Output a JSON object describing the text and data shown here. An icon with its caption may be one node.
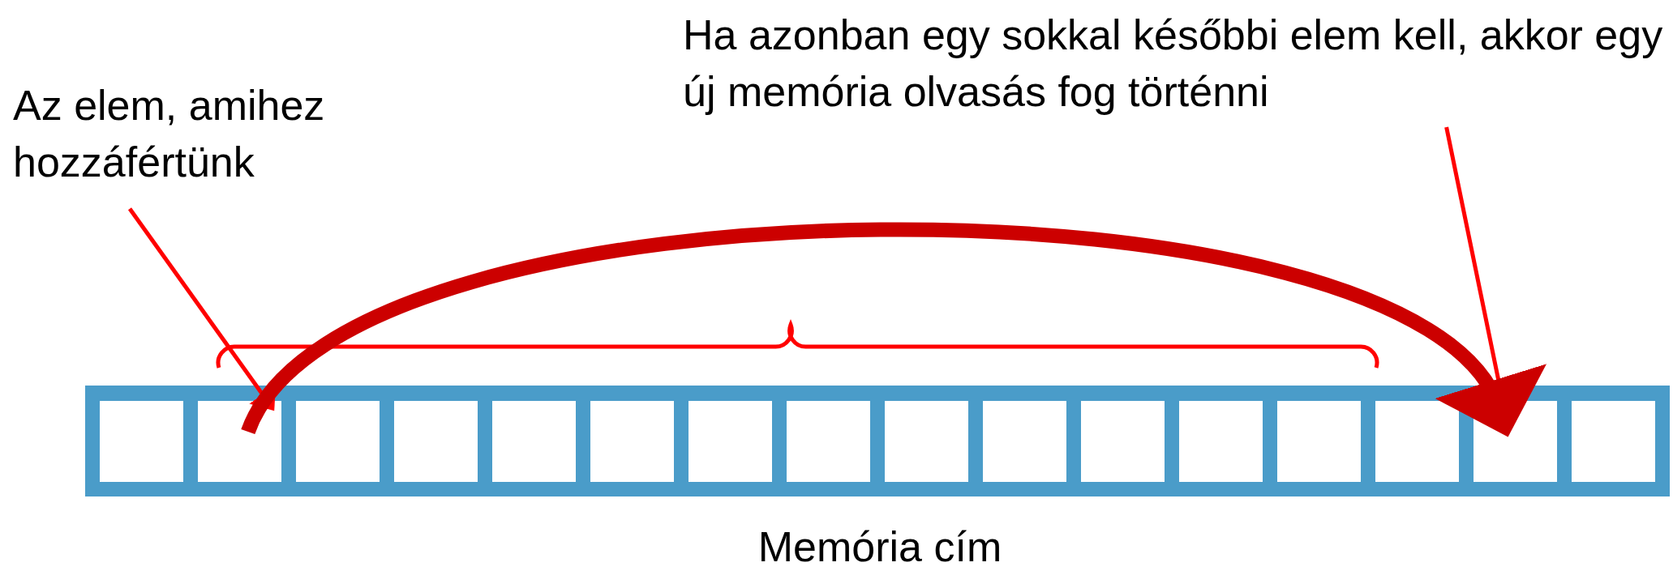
{
  "diagram": {
    "nodes": [
      {
        "text": [
          "Az elem, amihez hozzáfértünk"
        ]
      },
      {
        "text": [
          "Ha azonban egy sokkal későbbi elem kell, akkor egy új memória olvasás fog történni"
        ]
      },
      {
        "text": [],
        "shape": "box"
      },
      {
        "text": [],
        "shape": "box"
      },
      {
        "text": [],
        "shape": "box"
      },
      {
        "text": [],
        "shape": "box"
      },
      {
        "text": [],
        "shape": "box"
      },
      {
        "text": [],
        "shape": "box"
      },
      {
        "text": [],
        "shape": "box"
      },
      {
        "text": [],
        "shape": "box"
      },
      {
        "text": [],
        "shape": "box"
      },
      {
        "text": [],
        "shape": "box"
      },
      {
        "text": [],
        "shape": "box"
      },
      {
        "text": [],
        "shape": "box"
      },
      {
        "text": [],
        "shape": "box"
      },
      {
        "text": [],
        "shape": "box"
      },
      {
        "text": [],
        "shape": "box"
      },
      {
        "text": [],
        "shape": "box"
      }
    ],
    "edges": [
      {
        "from": 0,
        "to": 3,
        "arrow": "to"
      },
      {
        "from": 1,
        "to": 16,
        "arrow": "to"
      },
      {
        "from": 3,
        "to": 16,
        "arrow": "to",
        "style": "thick",
        "color": "#cc0000"
      }
    ],
    "labels": [
      "Memória cím"
    ]
  }
}
